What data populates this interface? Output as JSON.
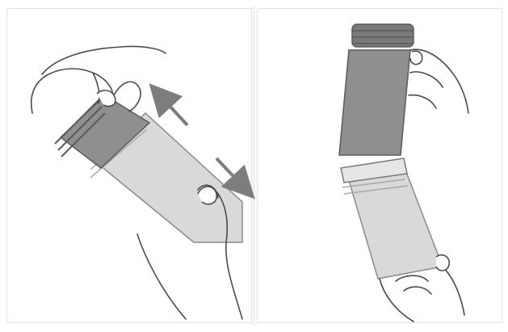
{
  "figure": {
    "panels": [
      {
        "step": "remove-filter-twist",
        "arrows": [
          "up-left",
          "down-right"
        ]
      },
      {
        "step": "filter-separated"
      }
    ],
    "colors": {
      "dark_filter": "#8f8f8f",
      "dark_filter_shade": "#7a7a7a",
      "light_bottle": "#d9d9d9",
      "light_bottle_edge": "#bdbdbd",
      "outline": "#5a5a5a",
      "arrow": "#7d7d7d",
      "divider": "#f1f1f1"
    }
  }
}
